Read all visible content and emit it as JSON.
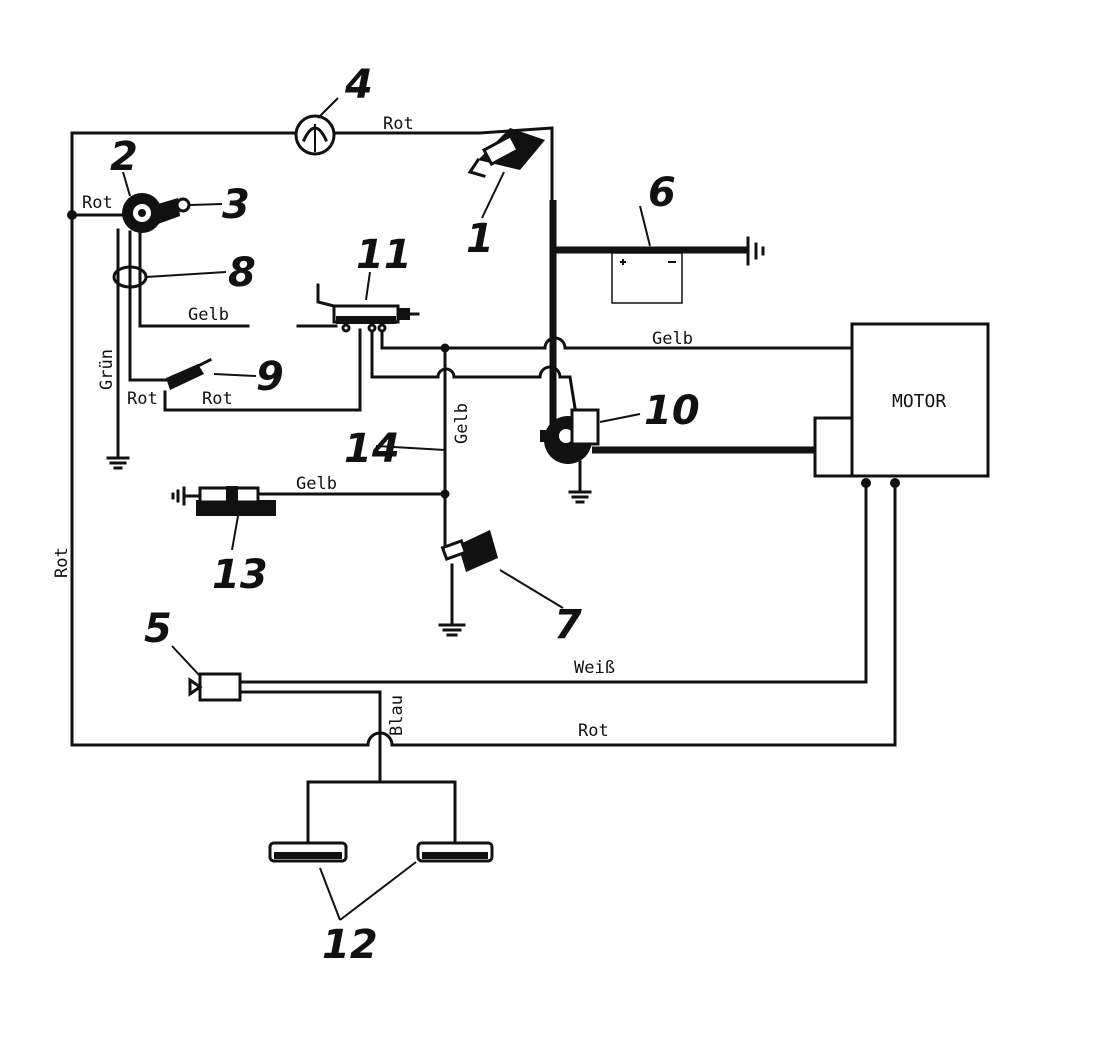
{
  "wire_labels": {
    "rot_top": "Rot",
    "rot_ignition": "Rot",
    "gruen": "Grün",
    "gelb_11": "Gelb",
    "rot_9_left": "Rot",
    "rot_9_right": "Rot",
    "gelb_motor": "Gelb",
    "gelb_vertical": "Gelb",
    "gelb_13": "Gelb",
    "rot_left": "Rot",
    "weiss": "Weiß",
    "blau": "Blau",
    "rot_bottom": "Rot"
  },
  "component_numbers": {
    "n1": "1",
    "n2": "2",
    "n3": "3",
    "n4": "4",
    "n5": "5",
    "n6": "6",
    "n7": "7",
    "n8": "8",
    "n9": "9",
    "n10": "10",
    "n11": "11",
    "n12": "12",
    "n13": "13",
    "n14": "14"
  },
  "motor_label": "MOTOR"
}
